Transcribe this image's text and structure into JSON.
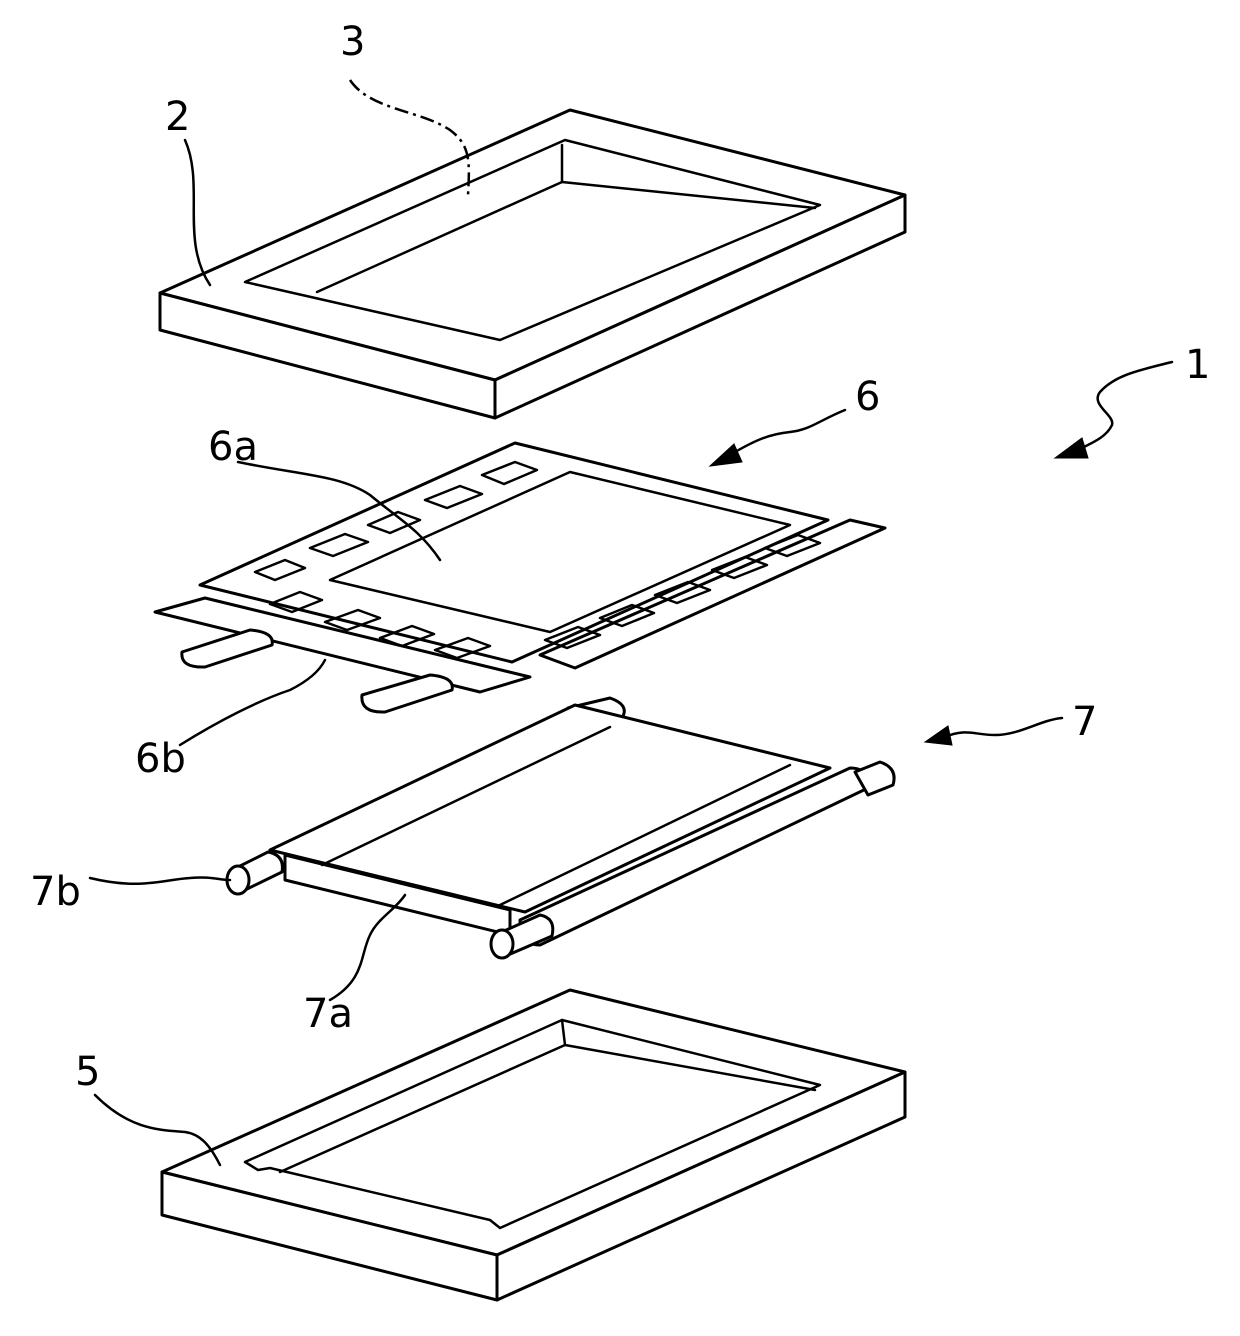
{
  "labels": {
    "assembly": "1",
    "upper_frame": "2",
    "upper_window": "3",
    "lower_frame": "5",
    "circuit_board": "6",
    "board_center": "6a",
    "board_strip": "6b",
    "roller_unit": "7",
    "roller_film": "7a",
    "roller_shaft": "7b"
  }
}
